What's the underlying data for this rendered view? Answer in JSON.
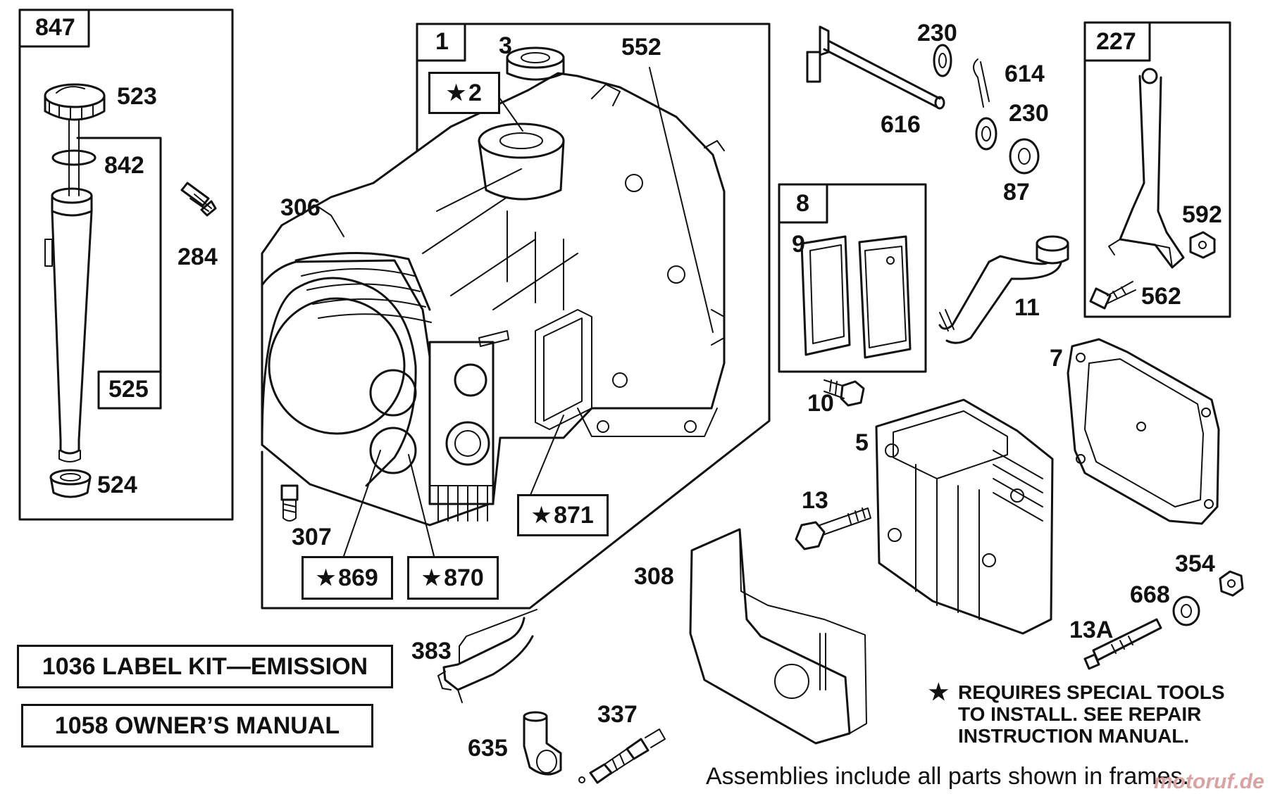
{
  "callouts": {
    "c847": "847",
    "c523": "523",
    "c842": "842",
    "c525": "525",
    "c524": "524",
    "c284": "284",
    "c1": "1",
    "c3": "3",
    "c552": "552",
    "c2": "2",
    "c306": "306",
    "c307": "307",
    "c869": "869",
    "c870": "870",
    "c871": "871",
    "c230a": "230",
    "c614": "614",
    "c616": "616",
    "c230b": "230",
    "c87": "87",
    "c227": "227",
    "c592": "592",
    "c562": "562",
    "c8": "8",
    "c9": "9",
    "c11": "11",
    "c7": "7",
    "c10": "10",
    "c5": "5",
    "c13": "13",
    "c308": "308",
    "c354": "354",
    "c668": "668",
    "c13a": "13A",
    "c383": "383",
    "c337": "337",
    "c635": "635"
  },
  "star_symbol": "★",
  "kits": {
    "label_kit": "1036 LABEL KIT—EMISSION",
    "owners_manual": "1058 OWNER’S MANUAL"
  },
  "note": {
    "line1": "REQUIRES SPECIAL TOOLS",
    "line2": "TO INSTALL.  SEE REPAIR",
    "line3": "INSTRUCTION MANUAL."
  },
  "footer": "Assemblies include all parts shown in frames.",
  "watermark": "motoruf.de"
}
